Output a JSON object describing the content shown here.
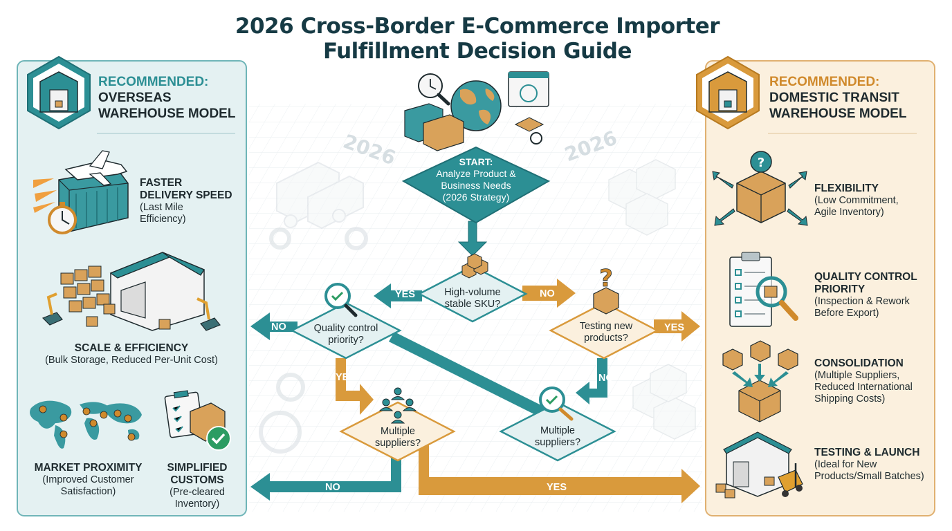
{
  "title": {
    "line1": "2026 Cross-Border E-Commerce Importer",
    "line2": "Fulfillment Decision Guide"
  },
  "watermarks": [
    "2026",
    "2026"
  ],
  "colors": {
    "teal": "#2c8f94",
    "teal_dark": "#1f6f75",
    "orange": "#d99a3c",
    "title": "#163a44",
    "left_panel_bg": "#e4f1f2",
    "right_panel_bg": "#fbf0de"
  },
  "left_panel": {
    "badge_icon": "warehouse-icon",
    "heading_line1": "RECOMMENDED:",
    "heading_line2": "OVERSEAS",
    "heading_line3": "WAREHOUSE MODEL",
    "features": [
      {
        "title_line1": "FASTER",
        "title_line2": "DELIVERY SPEED",
        "desc_line1": "(Last Mile",
        "desc_line2": "Efficiency)",
        "icon": "airplane-container-icon"
      },
      {
        "title": "SCALE & EFFICIENCY",
        "desc": "(Bulk Storage, Reduced Per-Unit Cost)",
        "icon": "warehouse-robots-icon"
      },
      {
        "title": "MARKET PROXIMITY",
        "desc_line1": "(Improved Customer",
        "desc_line2": "Satisfaction)",
        "icon": "world-map-icon"
      },
      {
        "title_line1": "SIMPLIFIED",
        "title_line2": "CUSTOMS",
        "desc_line1": "(Pre-cleared",
        "desc_line2": "Inventory)",
        "icon": "customs-check-icon"
      }
    ]
  },
  "right_panel": {
    "badge_icon": "warehouse-icon",
    "heading_line1": "RECOMMENDED:",
    "heading_line2": "DOMESTIC TRANSIT",
    "heading_line3": "WAREHOUSE MODEL",
    "features": [
      {
        "title": "FLEXIBILITY",
        "desc_line1": "(Low Commitment,",
        "desc_line2": "Agile Inventory)",
        "icon": "box-arrows-icon"
      },
      {
        "title_line1": "QUALITY CONTROL",
        "title_line2": "PRIORITY",
        "desc_line1": "(Inspection & Rework",
        "desc_line2": "Before Export)",
        "icon": "clipboard-magnifier-icon"
      },
      {
        "title": "CONSOLIDATION",
        "desc_line1": "(Multiple Suppliers,",
        "desc_line2": "Reduced International",
        "desc_line3": "Shipping Costs)",
        "icon": "boxes-merge-icon"
      },
      {
        "title": "TESTING & LAUNCH",
        "desc_line1": "(Ideal for New",
        "desc_line2": "Products/Small Batches)",
        "icon": "warehouse-forklift-icon"
      }
    ]
  },
  "flow": {
    "start": {
      "line1": "START:",
      "line2": "Analyze Product &",
      "line3": "Business Needs",
      "line4": "(2026 Strategy)"
    },
    "q_volume": {
      "line1": "High-volume",
      "line2": "stable SKU?"
    },
    "q_quality": {
      "line1": "Quality control",
      "line2": "priority?"
    },
    "q_testing": {
      "line1": "Testing new",
      "line2": "products?"
    },
    "q_multi_left": {
      "line1": "Multiple",
      "line2": "suppliers?"
    },
    "q_multi_right": {
      "line1": "Multiple",
      "line2": "suppliers?"
    },
    "labels": {
      "volume_yes": "YES",
      "volume_no": "NO",
      "quality_no": "NO",
      "quality_yes": "YES",
      "testing_yes": "YES",
      "testing_no": "NO",
      "multi_no": "NO",
      "multi_yes": "YES"
    }
  }
}
